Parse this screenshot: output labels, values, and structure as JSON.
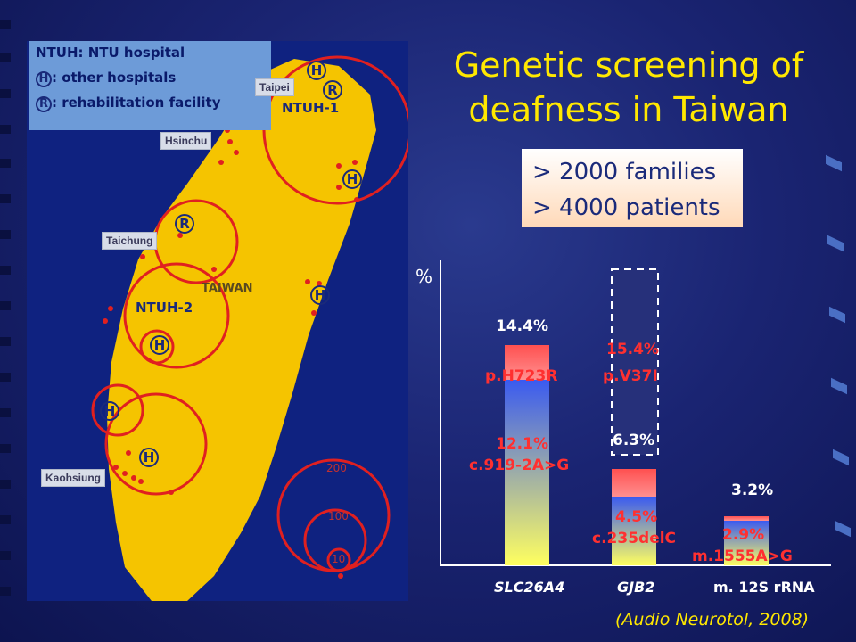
{
  "title_line1": "Genetic screening of",
  "title_line2": "deafness in Taiwan",
  "stats": [
    "> 2000 families",
    "> 4000 patients"
  ],
  "legend": {
    "line1": "NTUH: NTU hospital",
    "line2": ": other hospitals",
    "line3": ": rehabilitation facility",
    "h_symbol": "H",
    "r_symbol": "R"
  },
  "map_labels": {
    "cities": [
      "Taipei",
      "Hsinchu",
      "Taichung",
      "Kaohsiung"
    ],
    "taiwan": "TAIWAN",
    "ntuh1": "NTUH-1",
    "ntuh2": "NTUH-2"
  },
  "scale": [
    "200",
    "100",
    "10"
  ],
  "citation": "(Audio Neurotol, 2008)",
  "colors": {
    "title": "#ffe800",
    "red": "#ff3030",
    "island": "#f5c400",
    "sea": "#0f2280"
  },
  "chart_data": {
    "type": "bar",
    "ylabel": "%",
    "categories": [
      "SLC26A4",
      "GJB2",
      "m. 12S rRNA"
    ],
    "totals": [
      "14.4%",
      "6.3%",
      "3.2%"
    ],
    "total_values": [
      14.4,
      6.3,
      3.2
    ],
    "series": [
      {
        "values": [
          12.1,
          4.5,
          2.9
        ],
        "labels": [
          "12.1%",
          "4.5%",
          "2.9%"
        ],
        "mutations": [
          "c.919-2A>G",
          "c.235delC",
          "m.1555A>G"
        ]
      },
      {
        "values": [
          2.3,
          1.8,
          0.3
        ],
        "labels": [
          "",
          "15.4%",
          ""
        ],
        "mutations": [
          "p.H723R",
          "p.V37I",
          ""
        ]
      }
    ],
    "ylim": [
      0,
      16
    ]
  }
}
